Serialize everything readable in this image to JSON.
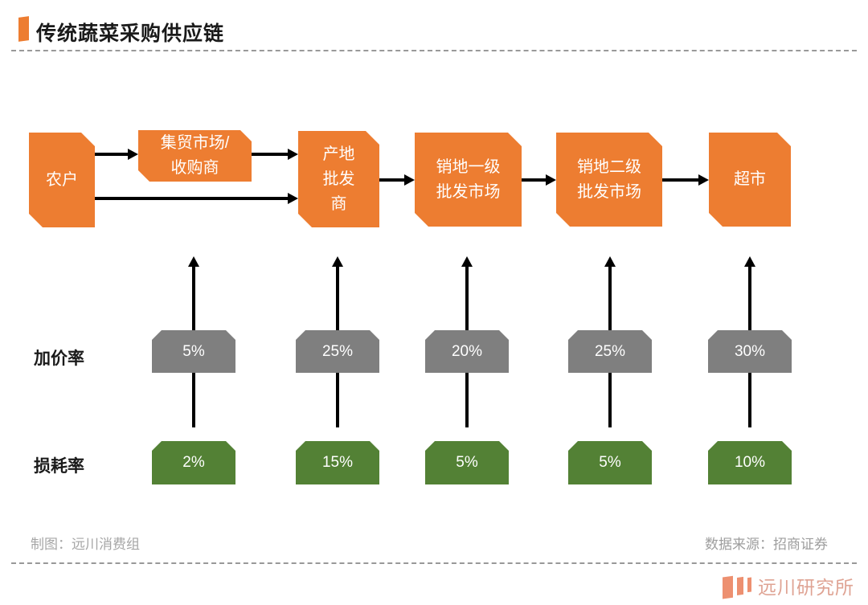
{
  "title": "传统蔬菜采购供应链",
  "colors": {
    "stage_box": "#ED7D31",
    "markup_box": "#7F7F7F",
    "loss_box": "#538135",
    "arrow": "#000000",
    "footer_text": "#A6A6A6",
    "logo_accent": "#ED9070"
  },
  "chain": {
    "stages": [
      {
        "label": "农户"
      },
      {
        "label": "集贸市场/\n收购商"
      },
      {
        "label": "产地\n批发\n商"
      },
      {
        "label": "销地一级\n批发市场"
      },
      {
        "label": "销地二级\n批发市场"
      },
      {
        "label": "超市"
      }
    ]
  },
  "rows": {
    "markup": {
      "label": "加价率",
      "values": [
        "5%",
        "25%",
        "20%",
        "25%",
        "30%"
      ]
    },
    "loss": {
      "label": "损耗率",
      "values": [
        "2%",
        "15%",
        "5%",
        "5%",
        "10%"
      ]
    }
  },
  "footer": {
    "credit": "制图：远川消费组",
    "source": "数据来源：招商证券",
    "logo_text": "远川研究所"
  }
}
